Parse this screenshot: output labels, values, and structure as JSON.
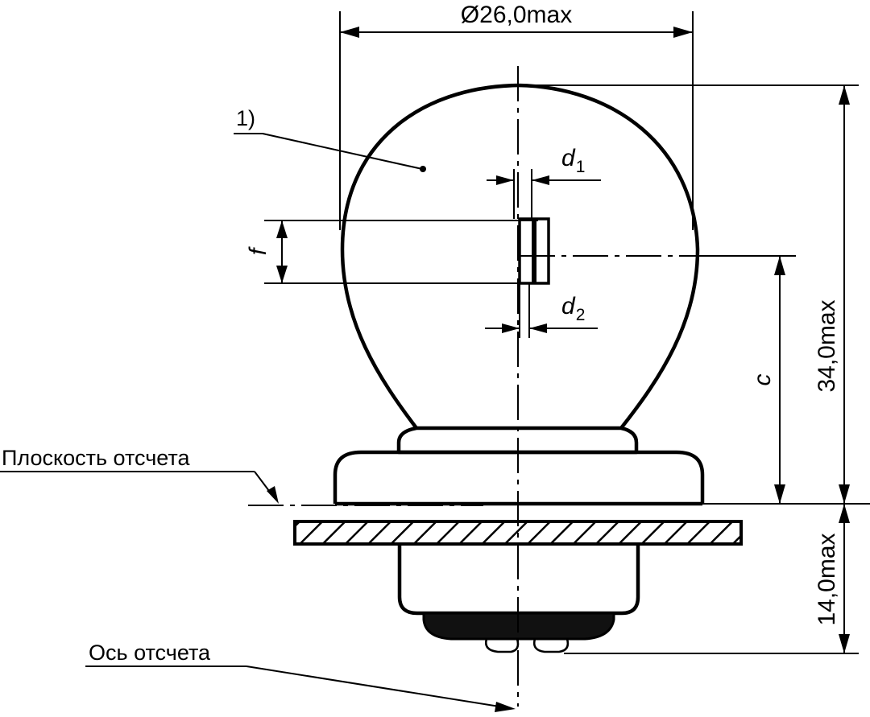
{
  "labels": {
    "diameter": "Ø26,0max",
    "height_total": "34,0max",
    "height_base": "14,0max",
    "c": "c",
    "f": "f",
    "d1_main": "d",
    "d1_sub": "1",
    "d2_main": "d",
    "d2_sub": "2",
    "note": "1)",
    "reference_plane": "Плоскость отсчета",
    "reference_axis": "Ось отсчета"
  }
}
